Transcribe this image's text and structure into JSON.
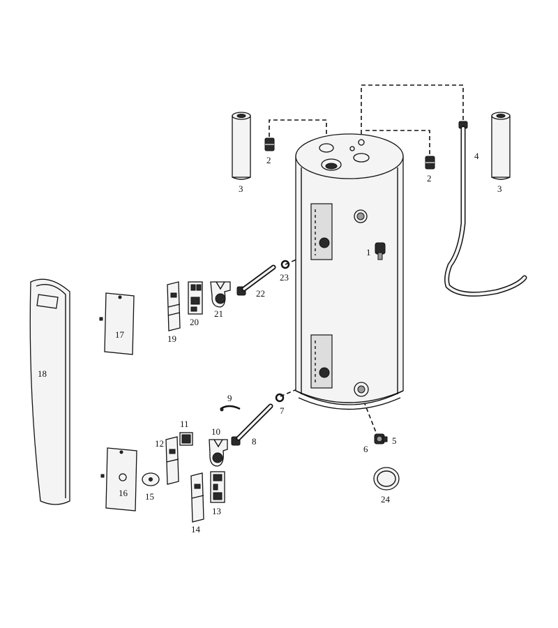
{
  "labels": {
    "p1": "1",
    "p2a": "2",
    "p2b": "2",
    "p3a": "3",
    "p3b": "3",
    "p4": "4",
    "p5": "5",
    "p6": "6",
    "p7": "7",
    "p8": "8",
    "p9": "9",
    "p10": "10",
    "p11": "11",
    "p12": "12",
    "p13": "13",
    "p14": "14",
    "p15": "15",
    "p16": "16",
    "p17": "17",
    "p18": "18",
    "p19": "19",
    "p20": "20",
    "p21": "21",
    "p22": "22",
    "p23": "23",
    "p24": "24"
  }
}
